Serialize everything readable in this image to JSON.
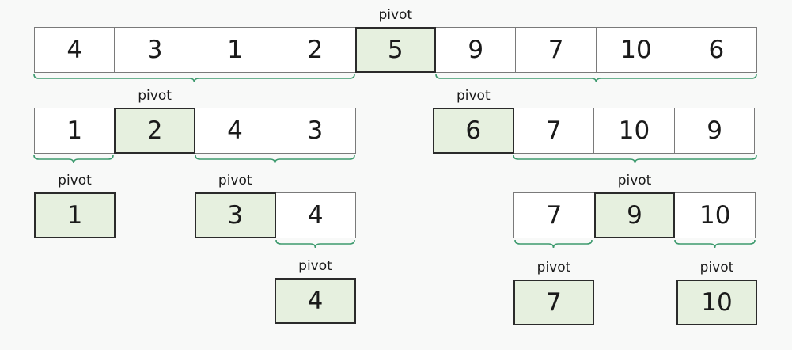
{
  "pivot_label": "pivot",
  "rows": [
    {
      "id": "level-0",
      "cells": [
        {
          "value": "4",
          "pivot": false
        },
        {
          "value": "3",
          "pivot": false
        },
        {
          "value": "1",
          "pivot": false
        },
        {
          "value": "2",
          "pivot": false
        },
        {
          "value": "5",
          "pivot": true
        },
        {
          "value": "9",
          "pivot": false
        },
        {
          "value": "7",
          "pivot": false
        },
        {
          "value": "10",
          "pivot": false
        },
        {
          "value": "6",
          "pivot": false
        }
      ]
    },
    {
      "id": "level-1-left",
      "cells": [
        {
          "value": "1",
          "pivot": false
        },
        {
          "value": "2",
          "pivot": true
        },
        {
          "value": "4",
          "pivot": false
        },
        {
          "value": "3",
          "pivot": false
        }
      ]
    },
    {
      "id": "level-1-right",
      "cells": [
        {
          "value": "6",
          "pivot": true
        },
        {
          "value": "7",
          "pivot": false
        },
        {
          "value": "10",
          "pivot": false
        },
        {
          "value": "9",
          "pivot": false
        }
      ]
    },
    {
      "id": "level-2-a",
      "cells": [
        {
          "value": "1",
          "pivot": true
        }
      ]
    },
    {
      "id": "level-2-b",
      "cells": [
        {
          "value": "3",
          "pivot": true
        },
        {
          "value": "4",
          "pivot": false
        }
      ]
    },
    {
      "id": "level-2-c",
      "cells": [
        {
          "value": "7",
          "pivot": false
        },
        {
          "value": "9",
          "pivot": true
        },
        {
          "value": "10",
          "pivot": false
        }
      ]
    },
    {
      "id": "level-3-a",
      "cells": [
        {
          "value": "4",
          "pivot": true
        }
      ]
    },
    {
      "id": "level-3-b",
      "cells": [
        {
          "value": "7",
          "pivot": true
        }
      ]
    },
    {
      "id": "level-3-c",
      "cells": [
        {
          "value": "10",
          "pivot": true
        }
      ]
    }
  ]
}
